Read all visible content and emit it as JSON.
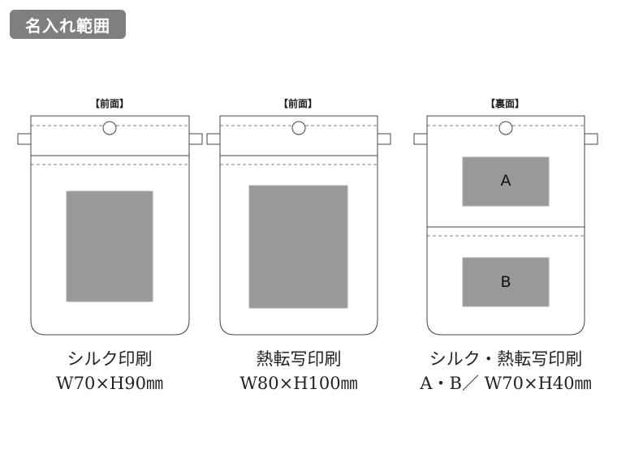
{
  "header": {
    "title": "名入れ範囲"
  },
  "panels": [
    {
      "view_label": "【前面】",
      "caption_line1": "シルク印刷",
      "caption_line2": "W70×H90㎜"
    },
    {
      "view_label": "【前面】",
      "caption_line1": "熱転写印刷",
      "caption_line2": "W80×H100㎜"
    },
    {
      "view_label": "【裏面】",
      "caption_line1": "シルク・熱転写印刷",
      "caption_line2": "A・B／ W70×H40㎜",
      "area_a_label": "A",
      "area_b_label": "B"
    }
  ],
  "colors": {
    "print_area": "#999999",
    "outline": "#444444",
    "tag_bg": "#7f7f7f"
  }
}
